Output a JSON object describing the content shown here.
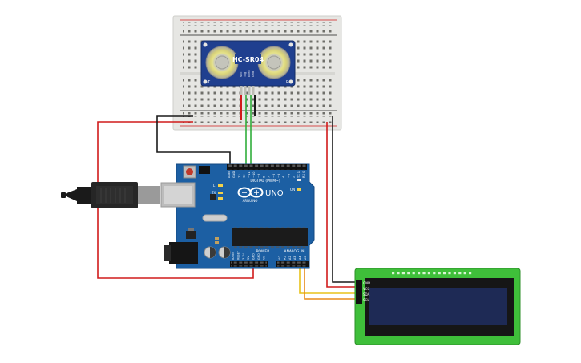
{
  "sensor": {
    "model": "HC-SR04",
    "pins": [
      "Vcc",
      "Trig",
      "Echo",
      "Gnd"
    ],
    "left_mark": "T",
    "right_mark": "R"
  },
  "arduino": {
    "brand": "ARDUINO",
    "model": "UNO",
    "digital_header": "DIGITAL (PWM~)",
    "power_header": "POWER",
    "analog_header": "ANALOG IN",
    "top_pins": [
      "AREF",
      "GND",
      "13",
      "12",
      "~11",
      "~10",
      "~9",
      "8",
      "7",
      "~6",
      "~5",
      "4",
      "~3",
      "2",
      "TX 1",
      "RX 0"
    ],
    "power_pins": [
      "IOREF",
      "RESET",
      "3.3V",
      "5V",
      "GND",
      "GND",
      "Vin"
    ],
    "analog_pins": [
      "A0",
      "A1",
      "A2",
      "A3",
      "A4",
      "A5"
    ],
    "led_labels": [
      "L",
      "TX",
      "RX"
    ],
    "on_label": "ON"
  },
  "lcd": {
    "pins": [
      "GND",
      "VCC",
      "SDA",
      "SCL"
    ]
  },
  "colors": {
    "board": "#1c5fa3",
    "breadboard": "#e6e6e3",
    "wire_red": "#d11b1b",
    "wire_black": "#1a1a1a",
    "wire_green": "#2fae3a",
    "wire_yellow": "#e8c21a",
    "wire_orange": "#e88a1a",
    "lcd_pcb": "#3fbf3a",
    "lcd_screen": "#1e2a55"
  }
}
